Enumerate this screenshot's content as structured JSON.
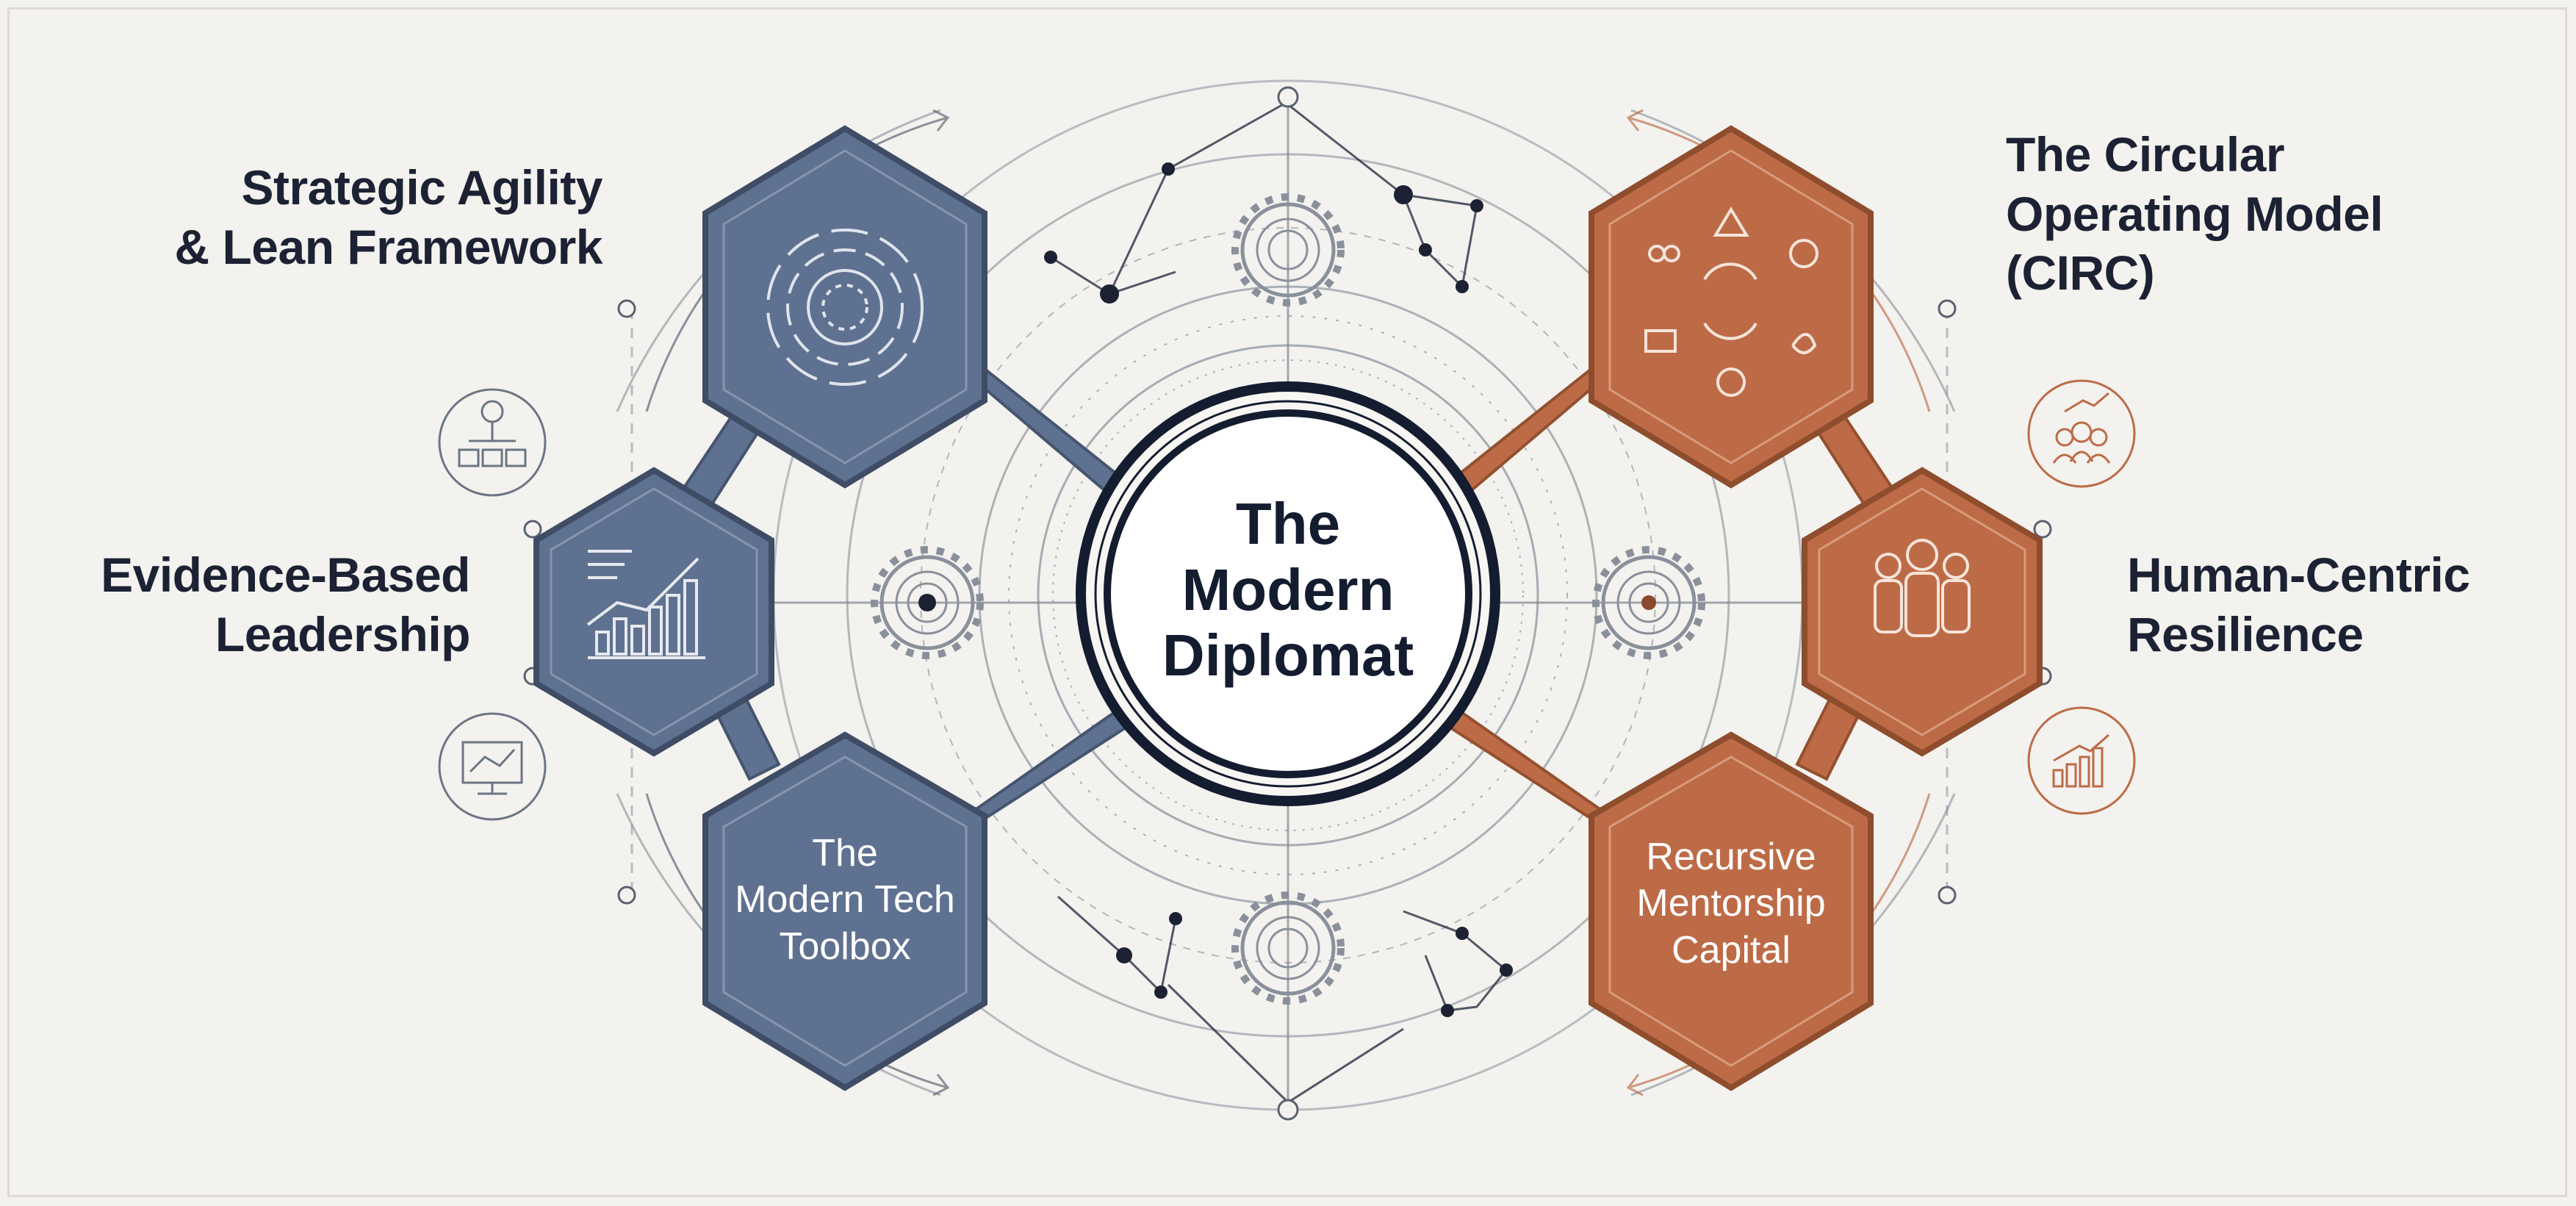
{
  "diagram": {
    "center": {
      "lines": [
        "The",
        "Modern",
        "Diplomat"
      ]
    },
    "pillars": {
      "strategic_agility": {
        "lines": [
          "Strategic Agility",
          "& Lean Framework"
        ]
      },
      "evidence_based": {
        "lines": [
          "Evidence-Based",
          "Leadership"
        ]
      },
      "tech_toolbox": {
        "lines": [
          "The",
          "Modern Tech",
          "Toolbox"
        ]
      },
      "circular_model": {
        "lines": [
          "The Circular",
          "Operating Model",
          "(CIRC)"
        ]
      },
      "human_centric": {
        "lines": [
          "Human-Centric",
          "Resilience"
        ]
      },
      "mentorship": {
        "lines": [
          "Recursive",
          "Mentorship",
          "Capital"
        ]
      }
    },
    "colors": {
      "background": "#f3f2ee",
      "slate": "#5f7190",
      "slate_dark": "#46556f",
      "terracotta": "#bd6b47",
      "terracotta_dark": "#93502f",
      "ink": "#1c2233",
      "line": "#7d8593"
    },
    "icons": {
      "strategic_agility": "target-icon",
      "evidence_based": "bar-chart-icon",
      "circular_model": "cycle-icon",
      "human_centric": "people-icon",
      "org_chart": "org-chart-icon",
      "monitor": "monitor-chart-icon",
      "team_growth": "team-growth-icon",
      "growth": "growth-chart-icon",
      "gears": "gear-icon"
    }
  }
}
